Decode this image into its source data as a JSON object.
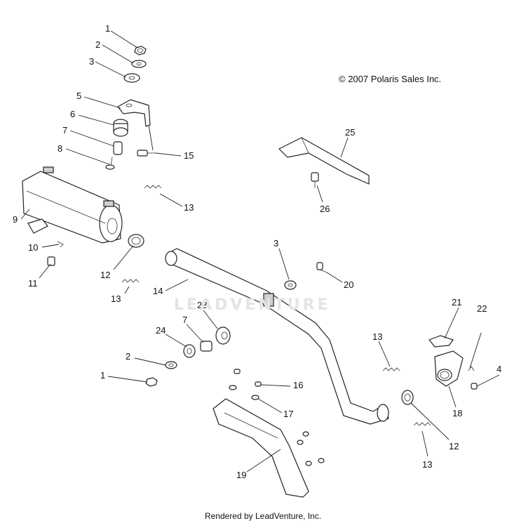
{
  "header": {
    "copyright": "© 2007 Polaris Sales Inc."
  },
  "footer": {
    "rendered_by": "Rendered by LeadVenture, Inc."
  },
  "watermark": {
    "text": "LEADVENTURE"
  },
  "callouts": [
    {
      "id": "c1a",
      "label": "1"
    },
    {
      "id": "c2a",
      "label": "2"
    },
    {
      "id": "c3a",
      "label": "3"
    },
    {
      "id": "c5",
      "label": "5"
    },
    {
      "id": "c6",
      "label": "6"
    },
    {
      "id": "c7a",
      "label": "7"
    },
    {
      "id": "c8",
      "label": "8"
    },
    {
      "id": "c15",
      "label": "15"
    },
    {
      "id": "c9",
      "label": "9"
    },
    {
      "id": "c13a",
      "label": "13"
    },
    {
      "id": "c10",
      "label": "10"
    },
    {
      "id": "c11",
      "label": "11"
    },
    {
      "id": "c12a",
      "label": "12"
    },
    {
      "id": "c13b",
      "label": "13"
    },
    {
      "id": "c25",
      "label": "25"
    },
    {
      "id": "c26",
      "label": "26"
    },
    {
      "id": "c3b",
      "label": "3"
    },
    {
      "id": "c20",
      "label": "20"
    },
    {
      "id": "c14",
      "label": "14"
    },
    {
      "id": "c23",
      "label": "23"
    },
    {
      "id": "c7b",
      "label": "7"
    },
    {
      "id": "c24",
      "label": "24"
    },
    {
      "id": "c2b",
      "label": "2"
    },
    {
      "id": "c1b",
      "label": "1"
    },
    {
      "id": "c16",
      "label": "16"
    },
    {
      "id": "c17",
      "label": "17"
    },
    {
      "id": "c19",
      "label": "19"
    },
    {
      "id": "c13c",
      "label": "13"
    },
    {
      "id": "c21",
      "label": "21"
    },
    {
      "id": "c22",
      "label": "22"
    },
    {
      "id": "c4",
      "label": "4"
    },
    {
      "id": "c18",
      "label": "18"
    },
    {
      "id": "c12b",
      "label": "12"
    },
    {
      "id": "c13d",
      "label": "13"
    }
  ]
}
